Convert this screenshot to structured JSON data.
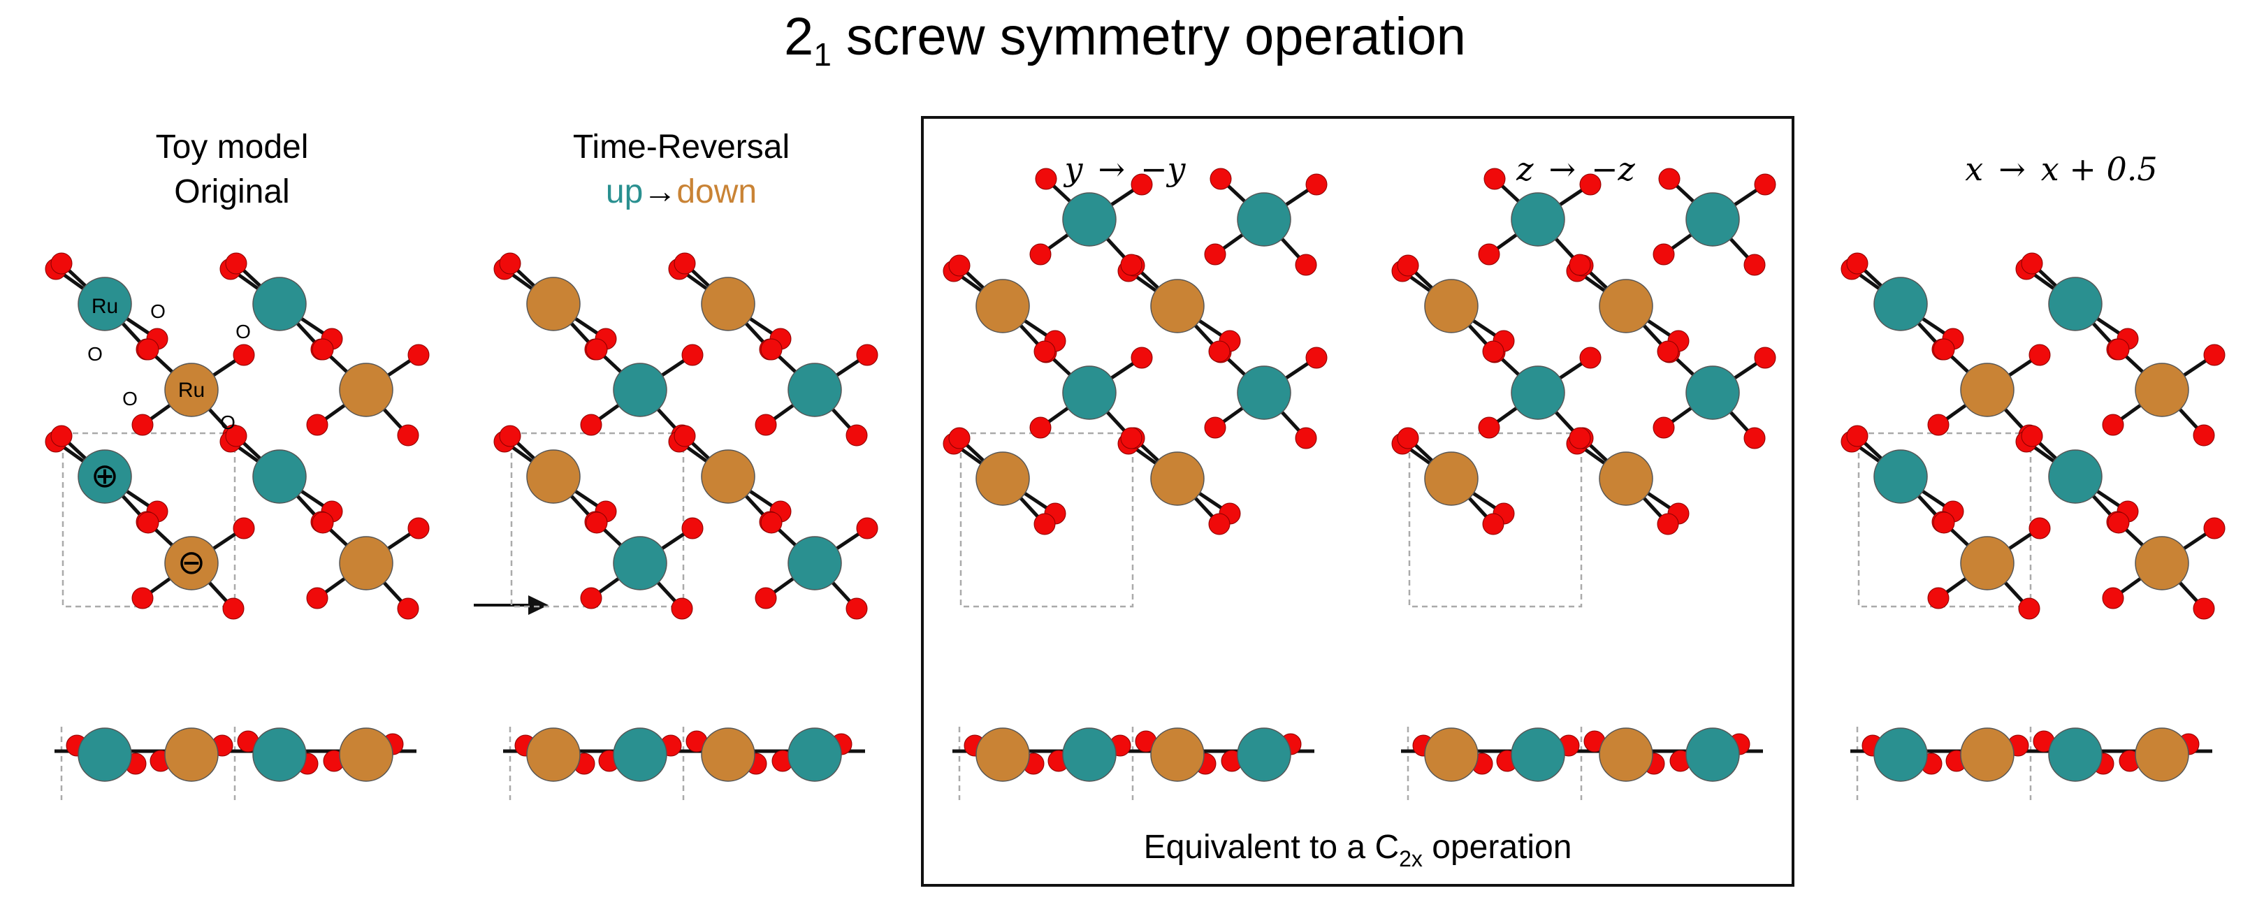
{
  "title": {
    "main": "2",
    "sub": "1",
    "rest": " screw symmetry operation"
  },
  "colors": {
    "up": "#2a9090",
    "down": "#c98335",
    "oxygen": "#f00a0a",
    "bond": "#111111",
    "cell": "#aaaaaa"
  },
  "panels": [
    {
      "id": "original",
      "line1": "Toy model",
      "line2": "Original"
    },
    {
      "id": "time-reversal",
      "line1": "Time-Reversal",
      "up": "up",
      "arrow": "→",
      "down": "down"
    },
    {
      "id": "y-flip",
      "lhs": "y",
      "arrow": "→",
      "rhs": "−y"
    },
    {
      "id": "z-flip",
      "lhs": "z",
      "arrow": "→",
      "rhs": "−z"
    },
    {
      "id": "x-shift",
      "lhs": "x",
      "arrow": "→",
      "rhs": "x + 0.5"
    }
  ],
  "labels": {
    "ru": "Ru",
    "o": "O",
    "plus": "⊕",
    "minus": "⊖"
  },
  "box": {
    "caption_pre": "Equivalent to a C",
    "caption_sub": "2x",
    "caption_post": " operation"
  }
}
